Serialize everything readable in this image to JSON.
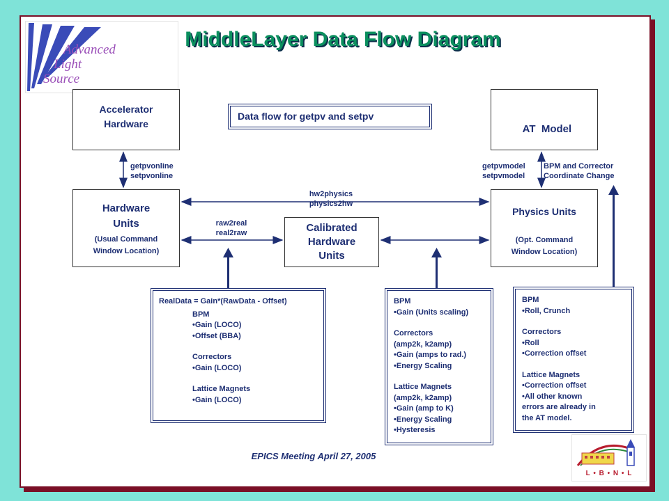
{
  "logo": {
    "line1": "Advanced",
    "line2": "Light",
    "line3": "Source"
  },
  "title": "MiddleLayer Data Flow Diagram",
  "subtitle_box": "Data flow for getpv and setpv",
  "boxes": {
    "accelerator_hardware": [
      "Accelerator",
      "Hardware"
    ],
    "at_model": "AT  Model",
    "hardware_units": {
      "title": [
        "Hardware",
        "Units"
      ],
      "sub": [
        "(Usual Command",
        "Window Location)"
      ]
    },
    "calibrated": [
      "Calibrated",
      "Hardware",
      "Units"
    ],
    "physics_units": {
      "title": "Physics Units",
      "sub": [
        "(Opt. Command",
        "Window Location)"
      ]
    }
  },
  "labels": {
    "getpvonline": "getpvonline",
    "setpvonline": "setpvonline",
    "getpvmodel": "getpvmodel",
    "setpvmodel": "setpvmodel",
    "coord1": "BPM and Corrector",
    "coord2": "Coordinate Change",
    "hw2physics": "hw2physics",
    "physics2hw": "physics2hw",
    "raw2real": "raw2real",
    "real2raw": "real2raw"
  },
  "notes": {
    "left": {
      "header": "RealData = Gain*(RawData  - Offset)",
      "lines": [
        "BPM",
        "•Gain (LOCO)",
        "•Offset (BBA)",
        "",
        "Correctors",
        "•Gain (LOCO)",
        "",
        "Lattice Magnets",
        "•Gain (LOCO)"
      ]
    },
    "middle": {
      "lines": [
        "BPM",
        "•Gain (Units scaling)",
        "",
        "Correctors",
        "(amp2k, k2amp)",
        "•Gain (amps to rad.)",
        "•Energy Scaling",
        "",
        "Lattice Magnets",
        "(amp2k, k2amp)",
        "•Gain (amp to K)",
        "•Energy Scaling",
        "•Hysteresis"
      ]
    },
    "right": {
      "lines": [
        "BPM",
        "•Roll, Crunch",
        "",
        "Correctors",
        "•Roll",
        "•Correction offset",
        "",
        "Lattice Magnets",
        "•Correction offset",
        "•All other known",
        "errors are already in",
        "the AT model."
      ]
    }
  },
  "lbnl_letters": "L • B • N • L",
  "footer": "EPICS Meeting April 27, 2005",
  "colors": {
    "text": "#1e2f73",
    "title": "#0b8f5e",
    "frame": "#7a0f26",
    "background": "#7fe3d8"
  }
}
